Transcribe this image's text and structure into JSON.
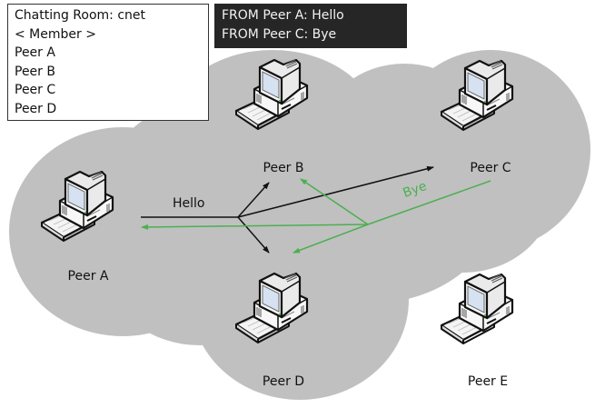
{
  "colors": {
    "cloud": "#c0c0c0",
    "message_box_bg": "#262626",
    "message_box_text": "#f2f2f2",
    "hello_arrow": "#111111",
    "bye_arrow": "#4caf50"
  },
  "chat_room": {
    "title": "Chatting Room: cnet",
    "members_header": "< Member >",
    "members": [
      "Peer A",
      "Peer B",
      "Peer C",
      "Peer D"
    ]
  },
  "messages": [
    "FROM Peer A: Hello",
    "FROM Peer C: Bye"
  ],
  "network": {
    "cloud_label": "",
    "peers": [
      {
        "id": "A",
        "label": "Peer A",
        "icon": "desktop-computer-icon",
        "in_room": true
      },
      {
        "id": "B",
        "label": "Peer B",
        "icon": "desktop-computer-icon",
        "in_room": true
      },
      {
        "id": "C",
        "label": "Peer C",
        "icon": "desktop-computer-icon",
        "in_room": true
      },
      {
        "id": "D",
        "label": "Peer D",
        "icon": "desktop-computer-icon",
        "in_room": true
      },
      {
        "id": "E",
        "label": "Peer E",
        "icon": "desktop-computer-icon",
        "in_room": false
      }
    ],
    "broadcasts": [
      {
        "from": "A",
        "to": [
          "B",
          "C",
          "D"
        ],
        "label": "Hello",
        "color": "black"
      },
      {
        "from": "C",
        "to": [
          "A",
          "B",
          "D"
        ],
        "label": "Bye",
        "color": "green"
      }
    ]
  }
}
